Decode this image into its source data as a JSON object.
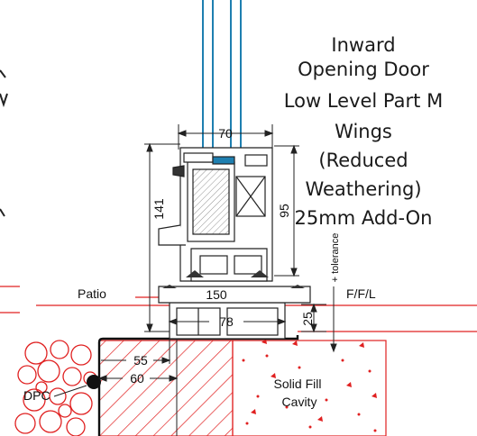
{
  "title": {
    "lines": [
      "Inward",
      "Opening Door",
      "Low Level Part M",
      "Wings",
      "(Reduced",
      "Weathering)",
      "25mm Add-On"
    ]
  },
  "dimensions": {
    "width_top": "70",
    "height_left": "141",
    "height_right": "95",
    "base_width": "78",
    "upstand": "25",
    "offset_a": "55",
    "offset_b": "60",
    "center_mark": "150"
  },
  "labels": {
    "tolerance": "+ tolerance",
    "patio": "Patio",
    "ffl": "F/F/L",
    "dpc": "DPC",
    "solid_fill": "Solid Fill",
    "cavity": "Cavity"
  },
  "colors": {
    "section_red": "#e02020",
    "glass_blue": "#1e7fb0",
    "ink": "#111111"
  }
}
